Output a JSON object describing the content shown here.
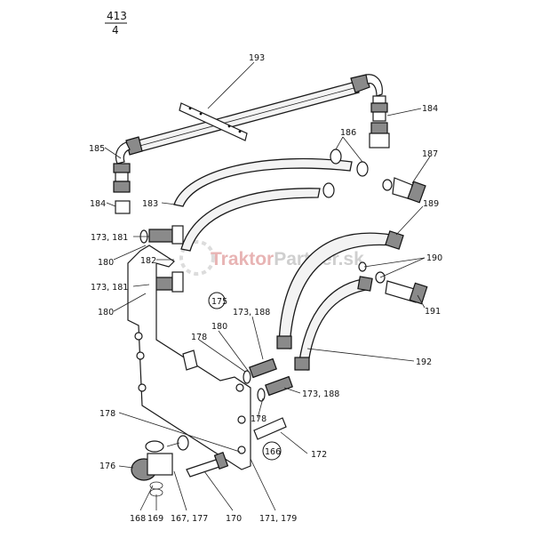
{
  "page": {
    "number_top": "413",
    "number_bottom": "4"
  },
  "watermark": {
    "part1": "Traktor",
    "part2": "Partner",
    "part3": ".sk",
    "colors": {
      "red": "#e8b4b4",
      "gray": "#d0d0d0"
    }
  },
  "labels": {
    "p193": "193",
    "p184a": "184",
    "p185": "185",
    "p186": "186",
    "p187": "187",
    "p184b": "184",
    "p183": "183",
    "p189": "189",
    "p173_181a": "173, 181",
    "p180a": "180",
    "p182": "182",
    "p190": "190",
    "p173_181b": "173, 181",
    "p175": "175",
    "p173_188a": "173, 188",
    "p191": "191",
    "p180b": "180",
    "p180c": "180",
    "p178a": "178",
    "p192": "192",
    "p173_188b": "173, 188",
    "p178b": "178",
    "p178c": "178",
    "p176": "176",
    "p166": "166",
    "p172": "172",
    "p168": "168",
    "p169": "169",
    "p167_177": "167, 177",
    "p170": "170",
    "p171_179": "171, 179"
  }
}
